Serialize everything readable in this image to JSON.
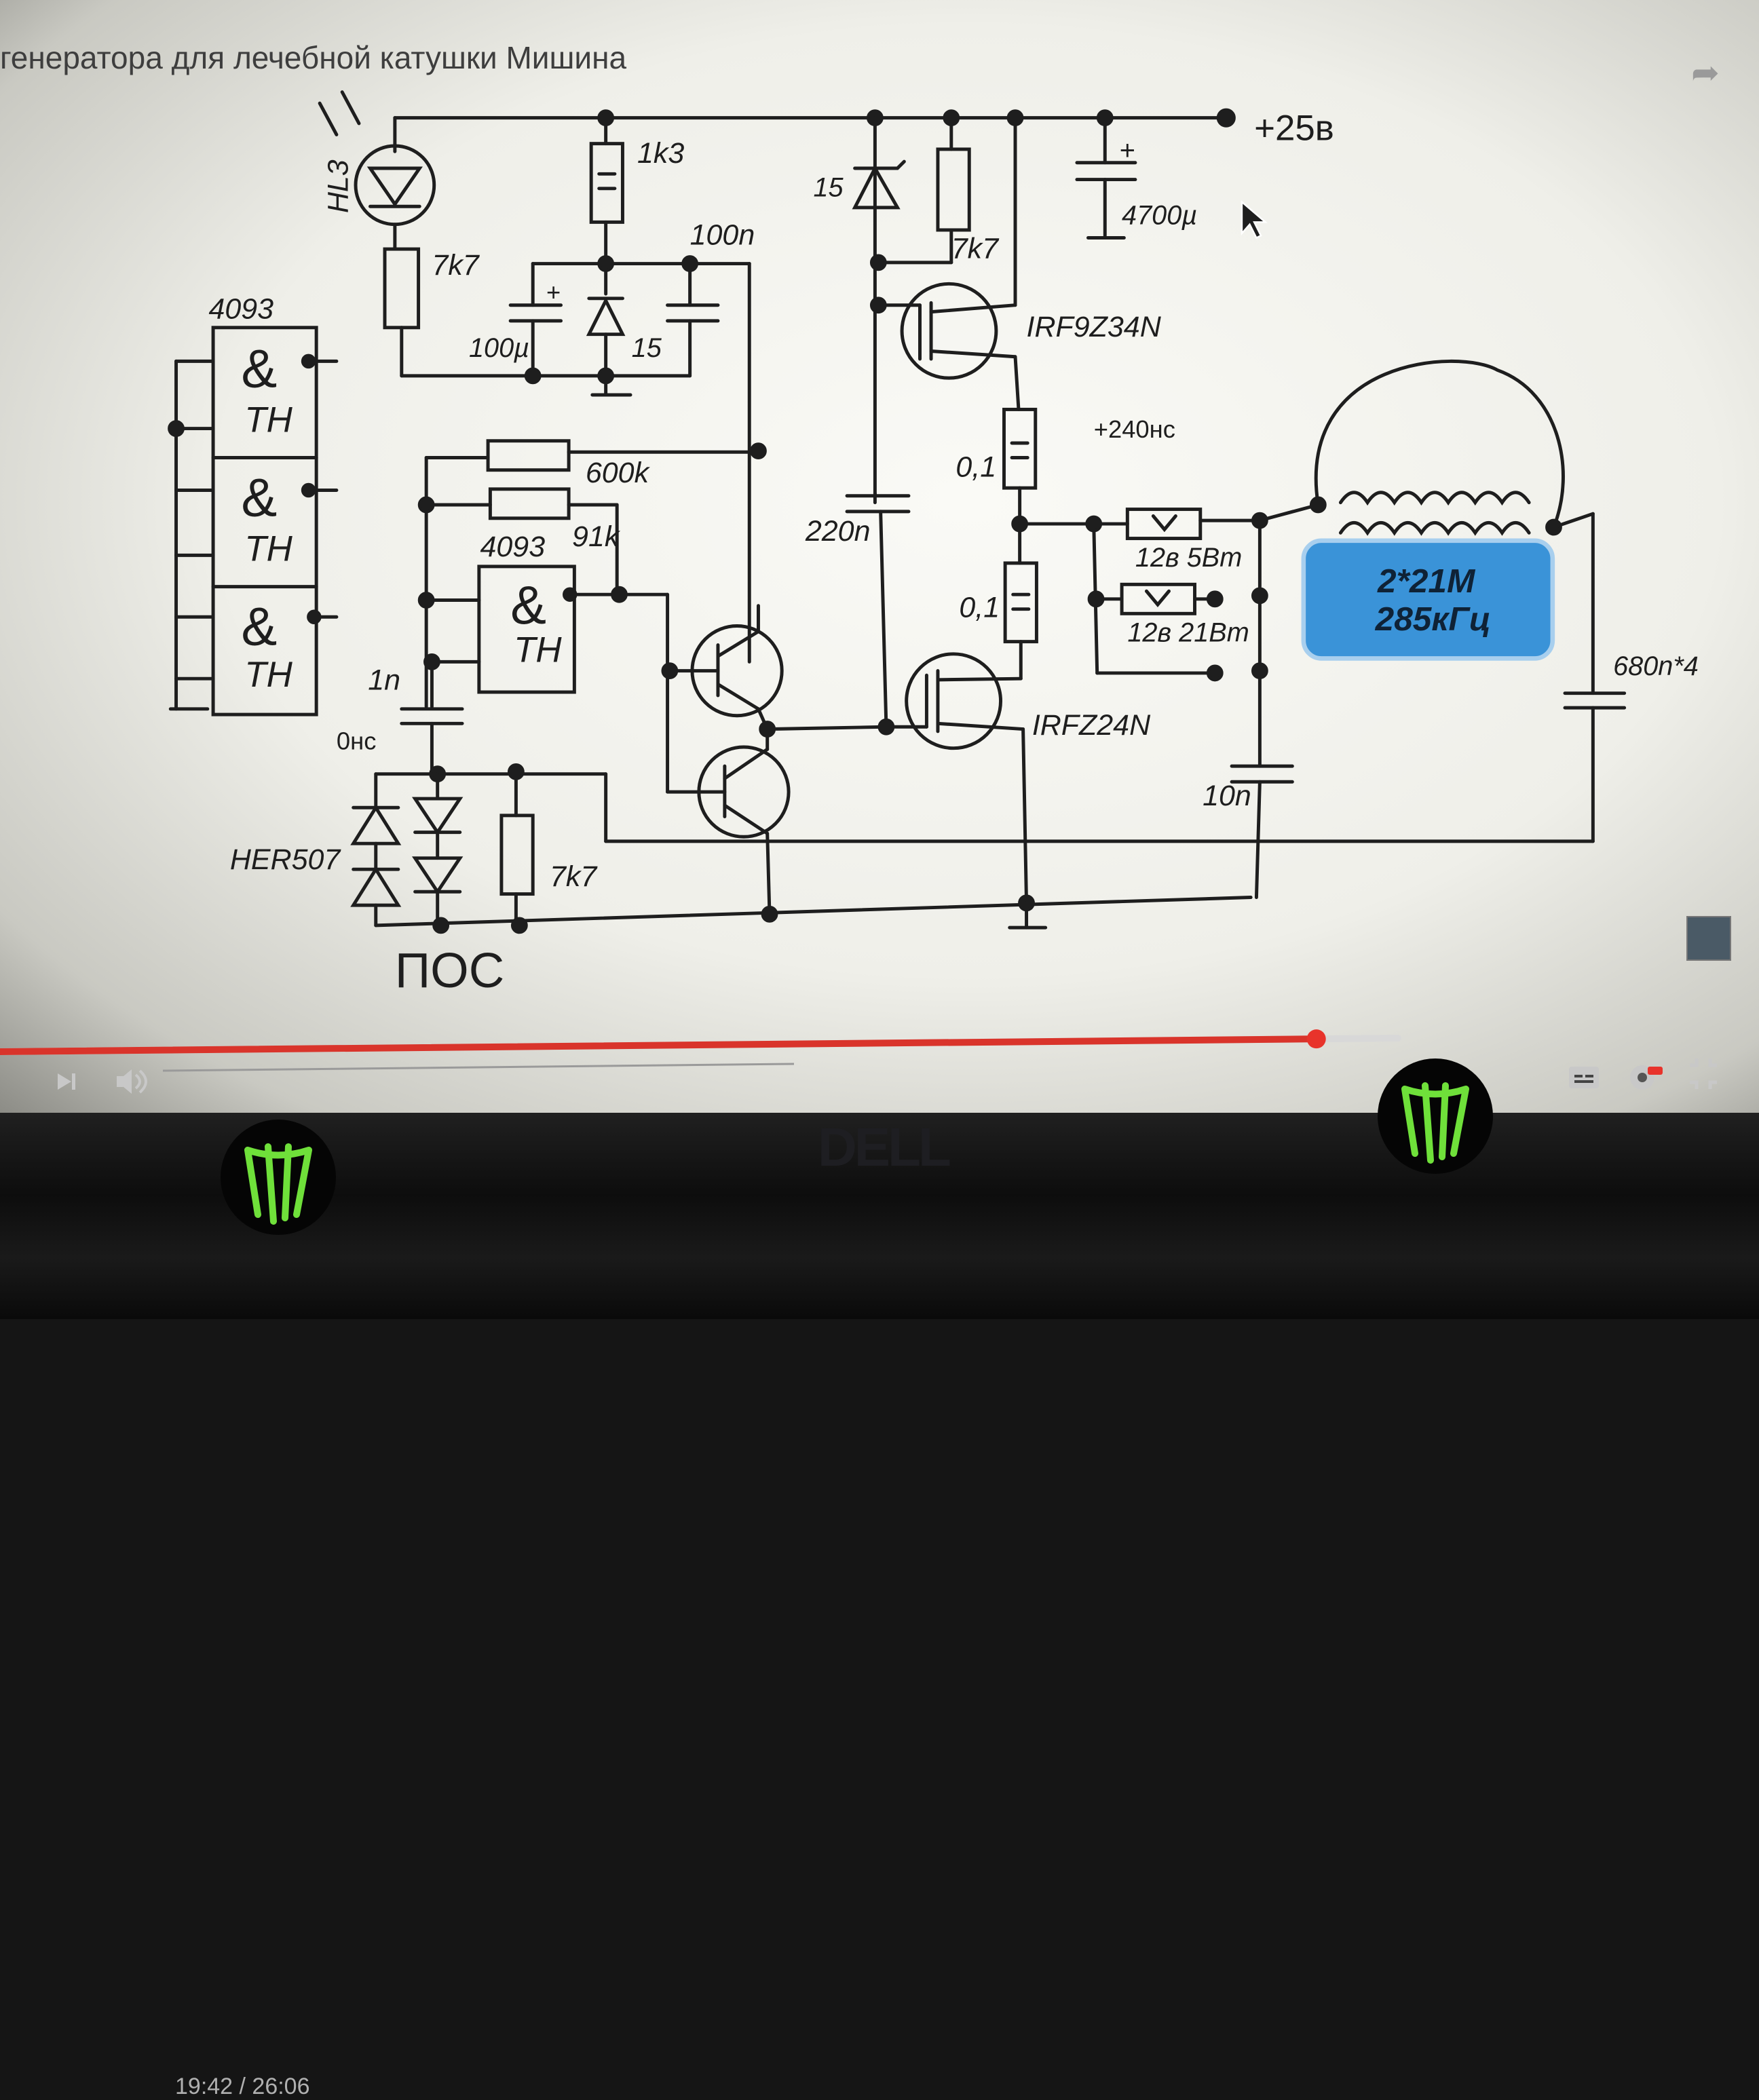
{
  "video": {
    "title": "генератора для лечебной катушки Мишина",
    "time": "19:42 / 26:06",
    "progress_fraction": 0.753
  },
  "schematic": {
    "supply": "+25в",
    "labels": {
      "hl3": "HL3",
      "r_7k7_a": "7k7",
      "r_1k3": "1k3",
      "c_100n": "100n",
      "c_100u": "100µ",
      "z_15_a": "15",
      "z_15_b": "15",
      "r_7k7_b": "7k7",
      "c_4700u": "4700µ",
      "ic_4093_a": "4093",
      "ic_4093_b": "4093",
      "amp": "&",
      "th": "TH",
      "r_600k": "600k",
      "r_91k": "91k",
      "c_1n": "1n",
      "zero_ns": "0нс",
      "her507": "HER507",
      "r_7k7_c": "7k7",
      "pos": "ПОС",
      "c_220n": "220n",
      "q_p": "IRF9Z34N",
      "q_n": "IRFZ24N",
      "r_01_a": "0,1",
      "r_01_b": "0,1",
      "plus240": "+240нс",
      "lamp_5w": "12в 5Вт",
      "lamp_21w": "12в 21Вт",
      "c_10n": "10n",
      "c_680n": "680n*4",
      "coil_line1": "2*21M",
      "coil_line2": "285кГц",
      "plus_sign": "+"
    }
  },
  "colors": {
    "progress_played": "#d9342b",
    "scrubber": "#e8332b",
    "coil_box": "#3a93d8",
    "wire": "#1e1e1e",
    "logo_green": "#6fe03a"
  },
  "icons": {
    "play": "play-icon",
    "next": "next-icon",
    "volume": "volume-icon",
    "subtitles": "subtitles-icon",
    "settings": "settings-gear-icon",
    "fullscreen_exit": "exit-fullscreen-icon",
    "share": "share-icon",
    "sticker": "monster-energy-logo",
    "brand": "dell-logo"
  },
  "bezel": {
    "brand": "DELL"
  }
}
